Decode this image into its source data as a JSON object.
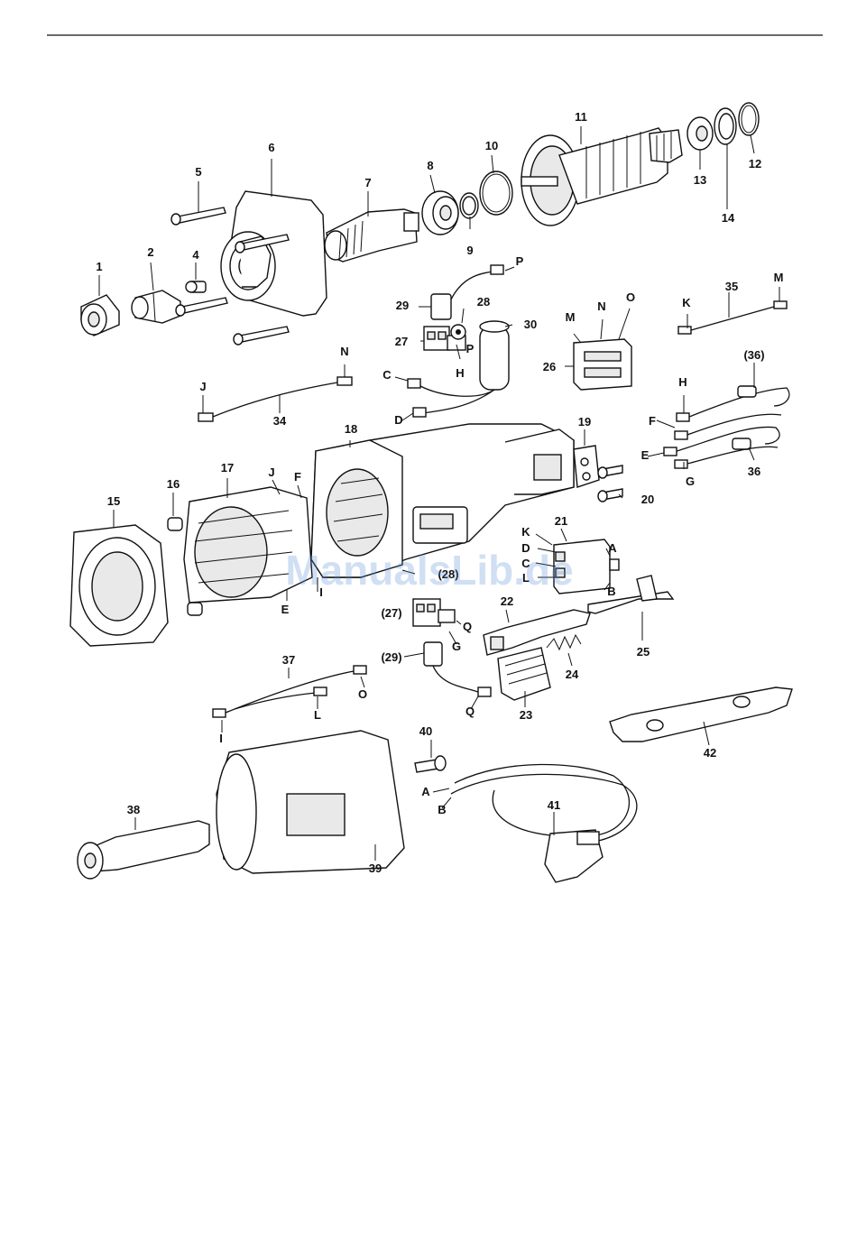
{
  "watermark": "ManualsLib.de",
  "labels": {
    "p1": "1",
    "p2": "2",
    "p4": "4",
    "p5": "5",
    "p6": "6",
    "p7": "7",
    "p8": "8",
    "p9": "9",
    "p10": "10",
    "p11": "11",
    "p12": "12",
    "p13": "13",
    "p14": "14",
    "p15": "15",
    "p16": "16",
    "p17": "17",
    "p18": "18",
    "p19": "19",
    "p20": "20",
    "p21": "21",
    "p22": "22",
    "p23": "23",
    "p24": "24",
    "p25": "25",
    "p26": "26",
    "p27": "27",
    "p27b": "(27)",
    "p28": "28",
    "p28b": "(28)",
    "p29": "29",
    "p29b": "(29)",
    "p30": "30",
    "p34": "34",
    "p35": "35",
    "p36": "36",
    "p36b": "(36)",
    "p37": "37",
    "p38": "38",
    "p39": "39",
    "p40": "40",
    "p41": "41",
    "p42": "42",
    "wA": "A",
    "wB": "B",
    "wC": "C",
    "wD": "D",
    "wE": "E",
    "wF": "F",
    "wG": "G",
    "wH": "H",
    "wI": "I",
    "wJ": "J",
    "wK": "K",
    "wL": "L",
    "wM": "M",
    "wN": "N",
    "wO": "O",
    "wP": "P",
    "wQ": "Q"
  }
}
